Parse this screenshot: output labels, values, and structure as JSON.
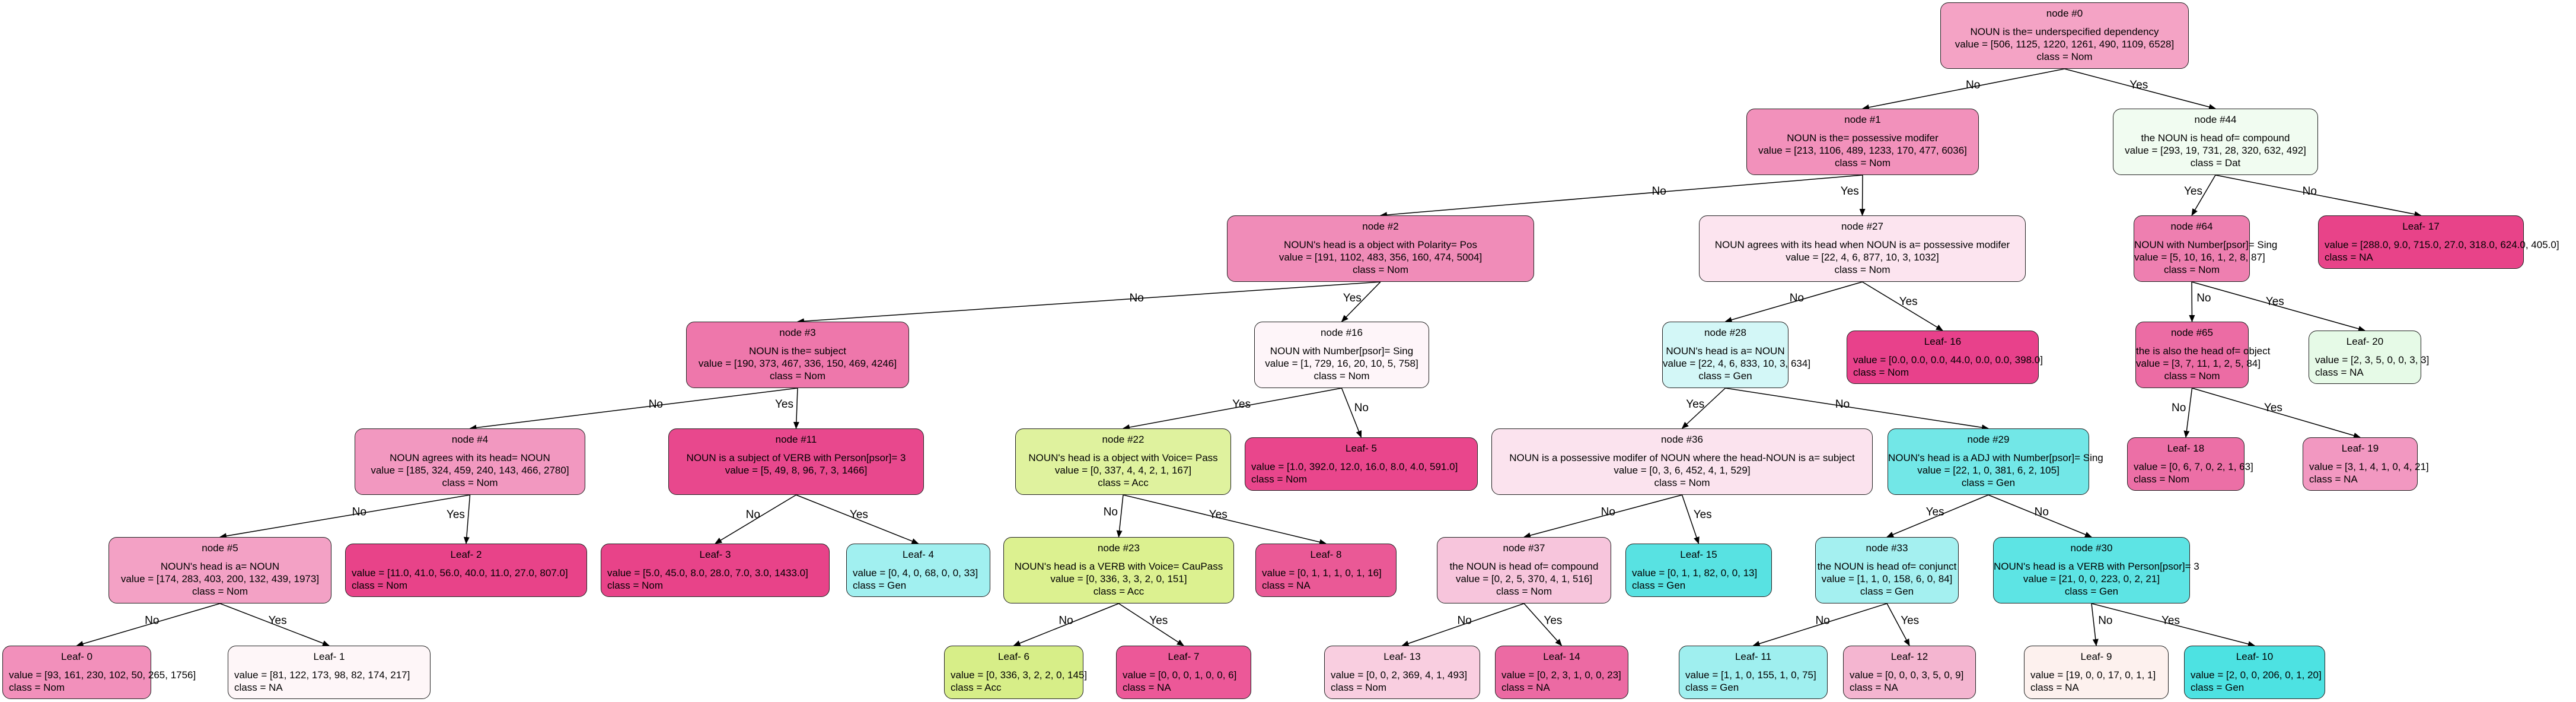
{
  "edge_labels": {
    "no": "No",
    "yes": "Yes"
  },
  "nodes": {
    "n0": {
      "title": "node #0",
      "lines": [
        "NOUN is the= underspecified dependency",
        "value = [506, 1125, 1220, 1261, 490, 1109, 6528]",
        "class = Nom"
      ],
      "color": "#f4a3c5"
    },
    "n1": {
      "title": "node #1",
      "lines": [
        "NOUN is the= possessive modifer",
        "value = [213, 1106, 489, 1233, 170, 477, 6036]",
        "class = Nom"
      ],
      "color": "#f291bb"
    },
    "n44": {
      "title": "node #44",
      "lines": [
        "the NOUN is head of= compound",
        "value = [293, 19, 731, 28, 320, 632, 492]",
        "class = Dat"
      ],
      "color": "#f1fcf1"
    },
    "n2": {
      "title": "node #2",
      "lines": [
        "NOUN's head is a object with Polarity= Pos",
        "value = [191, 1102, 483, 356, 160, 474, 5004]",
        "class = Nom"
      ],
      "color": "#f08cb8"
    },
    "n27": {
      "title": "node #27",
      "lines": [
        "NOUN agrees with its head when NOUN is a= possessive modifer",
        "value = [22, 4, 6, 877, 10, 3, 1032]",
        "class = Nom"
      ],
      "color": "#fce4ef"
    },
    "n64": {
      "title": "node #64",
      "lines": [
        "NOUN with Number[psor]= Sing",
        "value = [5, 10, 16, 1, 2, 8, 87]",
        "class = Nom"
      ],
      "color": "#ee7fb0"
    },
    "l17": {
      "title": "Leaf- 17",
      "lines": [
        "value = [288.0, 9.0, 715.0, 27.0, 318.0, 624.0, 405.0]",
        "class = NA"
      ],
      "color": "#e84389"
    },
    "n3": {
      "title": "node #3",
      "lines": [
        "NOUN is the= subject",
        "value = [190, 373, 467, 336, 150, 469, 4246]",
        "class = Nom"
      ],
      "color": "#ee77ab"
    },
    "n16": {
      "title": "node #16",
      "lines": [
        "NOUN with Number[psor]= Sing",
        "value = [1, 729, 16, 20, 10, 5, 758]",
        "class = Nom"
      ],
      "color": "#fef5f9"
    },
    "n28": {
      "title": "node #28",
      "lines": [
        "NOUN's head is a= NOUN",
        "value = [22, 4, 6, 833, 10, 3, 634]",
        "class = Gen"
      ],
      "color": "#d3f7f7"
    },
    "l16": {
      "title": "Leaf- 16",
      "lines": [
        "value = [0.0, 0.0, 0.0, 44.0, 0.0, 0.0, 398.0]",
        "class = Nom"
      ],
      "color": "#e8418b"
    },
    "n65": {
      "title": "node #65",
      "lines": [
        "the  is also the head of= object",
        "value = [3, 7, 11, 1, 2, 5, 84]",
        "class = Nom"
      ],
      "color": "#ec6ca4"
    },
    "l20": {
      "title": "Leaf- 20",
      "lines": [
        "value = [2, 3, 5, 0, 0, 3, 3]",
        "class = NA"
      ],
      "color": "#e6fae7"
    },
    "n4": {
      "title": "node #4",
      "lines": [
        "NOUN agrees with its head= NOUN",
        "value = [185, 324, 459, 240, 143, 466, 2780]",
        "class = Nom"
      ],
      "color": "#f298c0"
    },
    "n11": {
      "title": "node #11",
      "lines": [
        "NOUN  is a subject  of VERB with Person[psor]= 3",
        "value = [5, 49, 8, 96, 7, 3, 1466]"
      ],
      "color": "#e8488d"
    },
    "n22": {
      "title": "node #22",
      "lines": [
        "NOUN's head is a object with Voice= Pass",
        "value = [0, 337, 4, 4, 2, 1, 167]",
        "class = Acc"
      ],
      "color": "#dff29e"
    },
    "l5": {
      "title": "Leaf- 5",
      "lines": [
        "value = [1.0, 392.0, 12.0, 16.0, 8.0, 4.0, 591.0]",
        "class = Nom"
      ],
      "color": "#e9468c"
    },
    "n36": {
      "title": "node #36",
      "lines": [
        "NOUN is a possessive modifer of NOUN where the head-NOUN is a= subject",
        "value = [0, 3, 6, 452, 4, 1, 529]",
        "class = Nom"
      ],
      "color": "#fbe3ee"
    },
    "n29": {
      "title": "node #29",
      "lines": [
        "NOUN's head is a ADJ with Number[psor]= Sing",
        "value = [22, 1, 0, 381, 6, 2, 105]",
        "class = Gen"
      ],
      "color": "#72e7e7"
    },
    "l18": {
      "title": "Leaf- 18",
      "lines": [
        "value = [0, 6, 7, 0, 2, 1, 63]",
        "class = Nom"
      ],
      "color": "#ec6fa6"
    },
    "l19": {
      "title": "Leaf- 19",
      "lines": [
        "value = [3, 1, 4, 1, 0, 4, 21]",
        "class = NA"
      ],
      "color": "#f298c1"
    },
    "n5": {
      "title": "node #5",
      "lines": [
        "NOUN's head is a= NOUN",
        "value = [174, 283, 403, 200, 132, 439, 1973]",
        "class = Nom"
      ],
      "color": "#f3a1c5"
    },
    "l2": {
      "title": "Leaf- 2",
      "lines": [
        "value = [11.0, 41.0, 56.0, 40.0, 11.0, 27.0, 807.0]",
        "class = Nom"
      ],
      "color": "#e84389"
    },
    "l3": {
      "title": "Leaf- 3",
      "lines": [
        "value = [5.0, 45.0, 8.0, 28.0, 7.0, 3.0, 1433.0]",
        "class = Nom"
      ],
      "color": "#e84389"
    },
    "l4": {
      "title": "Leaf- 4",
      "lines": [
        "value = [0, 4, 0, 68, 0, 0, 33]",
        "class = Gen"
      ],
      "color": "#a1f0f0"
    },
    "n23": {
      "title": "node #23",
      "lines": [
        "NOUN's head is a VERB with Voice= CauPass",
        "value = [0, 336, 3, 3, 2, 0, 151]",
        "class = Acc"
      ],
      "color": "#dcf190"
    },
    "l8": {
      "title": "Leaf- 8",
      "lines": [
        "value = [0, 1, 1, 1, 0, 1, 16]",
        "class = NA"
      ],
      "color": "#ea5996"
    },
    "n37": {
      "title": "node #37",
      "lines": [
        "the NOUN is head of= compound",
        "value = [0, 2, 5, 370, 4, 1, 516]",
        "class = Nom"
      ],
      "color": "#f7c5dc"
    },
    "l15": {
      "title": "Leaf- 15",
      "lines": [
        "value = [0, 1, 1, 82, 0, 0, 13]",
        "class = Gen"
      ],
      "color": "#58e2e2"
    },
    "n33": {
      "title": "node #33",
      "lines": [
        "the NOUN is head of= conjunct",
        "value = [1, 1, 0, 158, 6, 0, 84]",
        "class = Gen"
      ],
      "color": "#a4f0f0"
    },
    "n30": {
      "title": "node #30",
      "lines": [
        "NOUN's head is a VERB with Person[psor]= 3",
        "value = [21, 0, 0, 223, 0, 2, 21]",
        "class = Gen"
      ],
      "color": "#5de4e4"
    },
    "l0": {
      "title": "Leaf- 0",
      "lines": [
        "value = [93, 161, 230, 102, 50, 265, 1756]",
        "class = Nom"
      ],
      "color": "#f290bb"
    },
    "l1": {
      "title": "Leaf- 1",
      "lines": [
        "value = [81, 122, 173, 98, 82, 174, 217]",
        "class = NA"
      ],
      "color": "#fef6f8"
    },
    "l6": {
      "title": "Leaf- 6",
      "lines": [
        "value = [0, 336, 3, 2, 2, 0, 145]",
        "class = Acc"
      ],
      "color": "#d7ee88"
    },
    "l7": {
      "title": "Leaf- 7",
      "lines": [
        "value = [0, 0, 0, 1, 0, 0, 6]",
        "class = NA"
      ],
      "color": "#ec5898"
    },
    "l13": {
      "title": "Leaf- 13",
      "lines": [
        "value = [0, 0, 2, 369, 4, 1, 493]",
        "class = Nom"
      ],
      "color": "#f9cee0"
    },
    "l14": {
      "title": "Leaf- 14",
      "lines": [
        "value = [0, 2, 3, 1, 0, 0, 23]",
        "class = NA"
      ],
      "color": "#ec6aa3"
    },
    "l11": {
      "title": "Leaf- 11",
      "lines": [
        "value = [1, 1, 0, 155, 1, 0, 75]",
        "class = Gen"
      ],
      "color": "#9fefef"
    },
    "l12": {
      "title": "Leaf- 12",
      "lines": [
        "value = [0, 0, 0, 3, 5, 0, 9]",
        "class = NA"
      ],
      "color": "#f4b5d0"
    },
    "l9": {
      "title": "Leaf- 9",
      "lines": [
        "value = [19, 0, 0, 17, 0, 1, 1]",
        "class = NA"
      ],
      "color": "#fdf1ee"
    },
    "l10": {
      "title": "Leaf- 10",
      "lines": [
        "value = [2, 0, 0, 206, 0, 1, 20]",
        "class = Gen"
      ],
      "color": "#4de2e2"
    }
  },
  "edges": [
    {
      "from": "n0",
      "to": "n1",
      "label": "no"
    },
    {
      "from": "n0",
      "to": "n44",
      "label": "yes"
    },
    {
      "from": "n1",
      "to": "n2",
      "label": "no"
    },
    {
      "from": "n1",
      "to": "n27",
      "label": "yes"
    },
    {
      "from": "n44",
      "to": "n64",
      "label": "yes"
    },
    {
      "from": "n44",
      "to": "l17",
      "label": "no"
    },
    {
      "from": "n2",
      "to": "n3",
      "label": "no"
    },
    {
      "from": "n2",
      "to": "n16",
      "label": "yes"
    },
    {
      "from": "n27",
      "to": "n28",
      "label": "no"
    },
    {
      "from": "n27",
      "to": "l16",
      "label": "yes"
    },
    {
      "from": "n64",
      "to": "n65",
      "label": "no"
    },
    {
      "from": "n64",
      "to": "l20",
      "label": "yes"
    },
    {
      "from": "n3",
      "to": "n4",
      "label": "no"
    },
    {
      "from": "n3",
      "to": "n11",
      "label": "yes"
    },
    {
      "from": "n16",
      "to": "n22",
      "label": "yes"
    },
    {
      "from": "n16",
      "to": "l5",
      "label": "no"
    },
    {
      "from": "n28",
      "to": "n36",
      "label": "yes"
    },
    {
      "from": "n28",
      "to": "n29",
      "label": "no"
    },
    {
      "from": "n65",
      "to": "l18",
      "label": "no"
    },
    {
      "from": "n65",
      "to": "l19",
      "label": "yes"
    },
    {
      "from": "n4",
      "to": "n5",
      "label": "no"
    },
    {
      "from": "n4",
      "to": "l2",
      "label": "yes"
    },
    {
      "from": "n11",
      "to": "l3",
      "label": "no"
    },
    {
      "from": "n11",
      "to": "l4",
      "label": "yes"
    },
    {
      "from": "n22",
      "to": "n23",
      "label": "no"
    },
    {
      "from": "n22",
      "to": "l8",
      "label": "yes"
    },
    {
      "from": "n36",
      "to": "n37",
      "label": "no"
    },
    {
      "from": "n36",
      "to": "l15",
      "label": "yes"
    },
    {
      "from": "n29",
      "to": "n33",
      "label": "yes"
    },
    {
      "from": "n29",
      "to": "n30",
      "label": "no"
    },
    {
      "from": "n5",
      "to": "l0",
      "label": "no"
    },
    {
      "from": "n5",
      "to": "l1",
      "label": "yes"
    },
    {
      "from": "n23",
      "to": "l6",
      "label": "no"
    },
    {
      "from": "n23",
      "to": "l7",
      "label": "yes"
    },
    {
      "from": "n37",
      "to": "l13",
      "label": "no"
    },
    {
      "from": "n37",
      "to": "l14",
      "label": "yes"
    },
    {
      "from": "n33",
      "to": "l11",
      "label": "no"
    },
    {
      "from": "n33",
      "to": "l12",
      "label": "yes"
    },
    {
      "from": "n30",
      "to": "l9",
      "label": "no"
    },
    {
      "from": "n30",
      "to": "l10",
      "label": "yes"
    }
  ]
}
